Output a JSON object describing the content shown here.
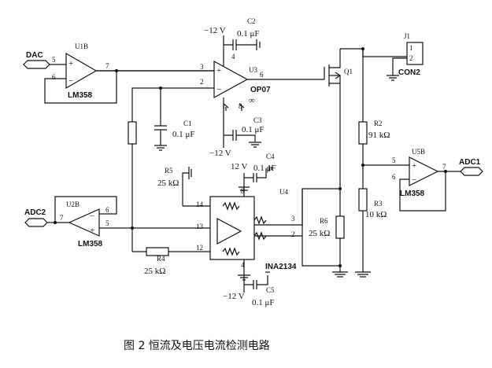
{
  "caption": "图 2  恒流及电压电流检测电路",
  "signals": {
    "dac": "DAC",
    "adc1": "ADC1",
    "adc2": "ADC2"
  },
  "chips": {
    "u1b": {
      "ref": "U1B",
      "part": "LM358",
      "pin_in_plus": "5",
      "pin_in_minus": "6",
      "pin_out": "7"
    },
    "u2b": {
      "ref": "U2B",
      "part": "LM358",
      "pin_in_plus": "5",
      "pin_in_minus": "6",
      "pin_out": "7"
    },
    "u3": {
      "ref": "U3",
      "part": "OP07",
      "pin_in_plus": "3",
      "pin_in_minus": "2",
      "pin_out": "6"
    },
    "u4": {
      "ref": "U4",
      "part": "INA2134",
      "pins": [
        "14",
        "13",
        "12",
        "3",
        "2"
      ]
    },
    "u5b": {
      "ref": "U5B",
      "part": "LM358",
      "pin_in_plus": "5",
      "pin_in_minus": "6",
      "pin_out": "7"
    }
  },
  "components": {
    "c1": {
      "ref": "C1",
      "value": "0.1 μF"
    },
    "c2": {
      "ref": "C2",
      "value": "0.1 μF"
    },
    "c3": {
      "ref": "C3",
      "value": "0.1 μF"
    },
    "c4": {
      "ref": "C4",
      "value": "0.1 μF"
    },
    "c5": {
      "ref": "C5",
      "value": "0.1 μF"
    },
    "r2": {
      "ref": "R2",
      "value": "91 kΩ"
    },
    "r3": {
      "ref": "R3",
      "value": "10 kΩ"
    },
    "r4": {
      "ref": "R4",
      "value": "25 kΩ"
    },
    "r5": {
      "ref": "R5",
      "value": "25 kΩ"
    },
    "r6": {
      "ref": "R6",
      "value": "25 kΩ"
    },
    "q1": {
      "ref": "Q1"
    },
    "j1": {
      "ref": "J1",
      "part": "CON2",
      "pins": [
        "1",
        "2"
      ]
    }
  },
  "supplies": {
    "neg12_top": "−12 V",
    "neg12_mid": "−12 V",
    "neg12_bot": "−12 V",
    "pos12": "12 V"
  },
  "marks": {
    "pin4": "4",
    "pin1": "1",
    "pin8": "8",
    "infinity": "∞"
  }
}
